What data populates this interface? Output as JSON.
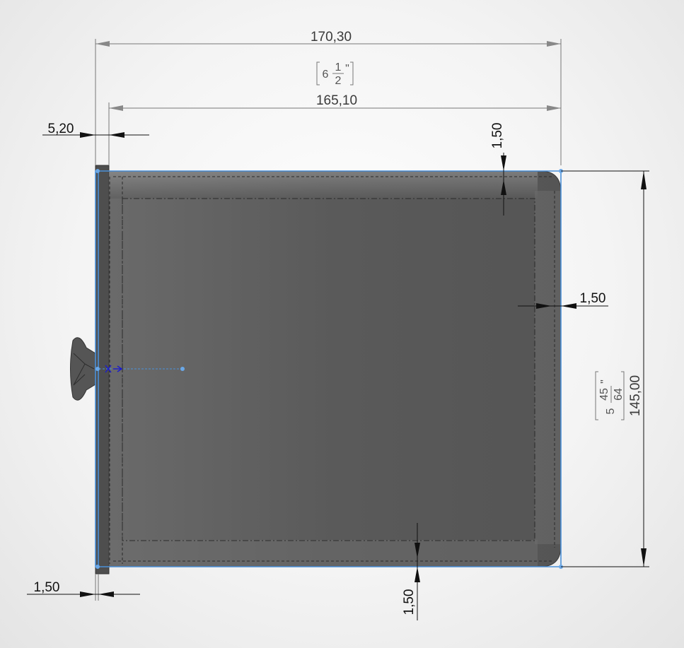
{
  "dimensions": {
    "overall_width": "170,30",
    "inner_width": "165,10",
    "inner_width_inch_whole": "6",
    "inner_width_inch_num": "1",
    "inner_width_inch_den": "2",
    "inch_mark": "\"",
    "flange_thickness": "5,20",
    "top_wall": "1,50",
    "right_wall": "1,50",
    "bottom_wall": "1,50",
    "left_wall": "1,50",
    "height": "145,00",
    "height_inch_whole": "5",
    "height_inch_num": "45",
    "height_inch_den": "64"
  },
  "colors": {
    "body": "#5c5c5c",
    "selection": "#4a90d9",
    "dimension_grey": "#777777",
    "dimension_black": "#111111"
  }
}
